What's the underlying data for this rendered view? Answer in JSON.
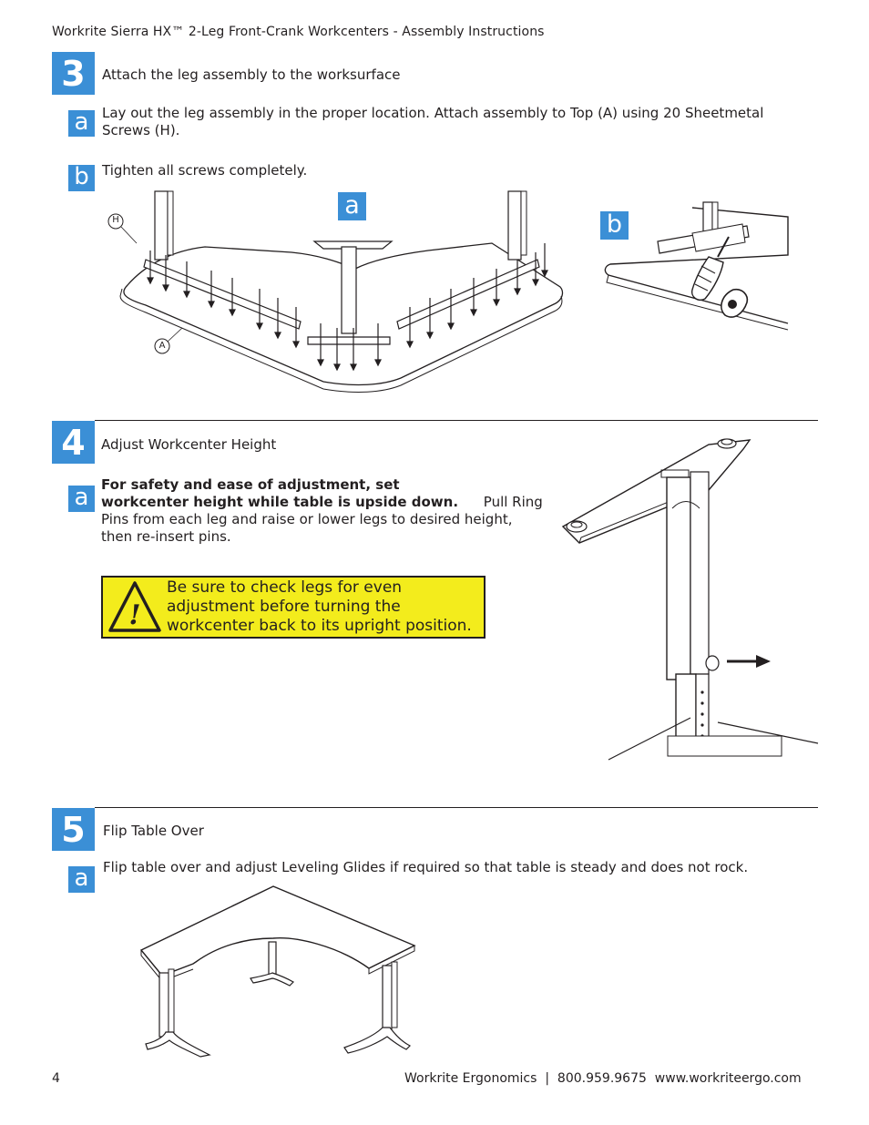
{
  "header": {
    "title": "Workrite Sierra HX™ 2-Leg Front-Crank Workcenters - Assembly Instructions"
  },
  "step3": {
    "number": "3",
    "title": "Attach the leg assembly to the worksurface",
    "a": {
      "letter": "a",
      "text": "Lay out the leg assembly in the proper location. Attach assembly to Top (A) using 20 Sheetmetal Screws (H)."
    },
    "b": {
      "letter": "b",
      "text": "Tighten all screws completely."
    },
    "figure": {
      "label_a": "a",
      "label_b": "b",
      "callout_h": "H",
      "callout_a": "A"
    }
  },
  "step4": {
    "number": "4",
    "title": "Adjust Workcenter Height",
    "a": {
      "letter": "a",
      "bold": "For safety and ease of adjustment, set workcenter height while table is upside down.",
      "text": "Pull Ring Pins from each leg and raise or lower legs to desired height, then re-insert pins."
    },
    "warning": {
      "icon": "warning-triangle-icon",
      "text": "Be sure to check legs for even adjustment before turning the workcenter back to its upright position."
    }
  },
  "step5": {
    "number": "5",
    "title": "Flip Table Over",
    "a": {
      "letter": "a",
      "text": "Flip table over and adjust Leveling Glides if required so that table is steady and does not rock."
    }
  },
  "footer": {
    "page": "4",
    "contact": "Workrite Ergonomics  |  800.959.9675  www.workriteergo.com"
  },
  "colors": {
    "badge": "#3b8fd6",
    "warning": "#f3ec1c",
    "text": "#231f20"
  }
}
